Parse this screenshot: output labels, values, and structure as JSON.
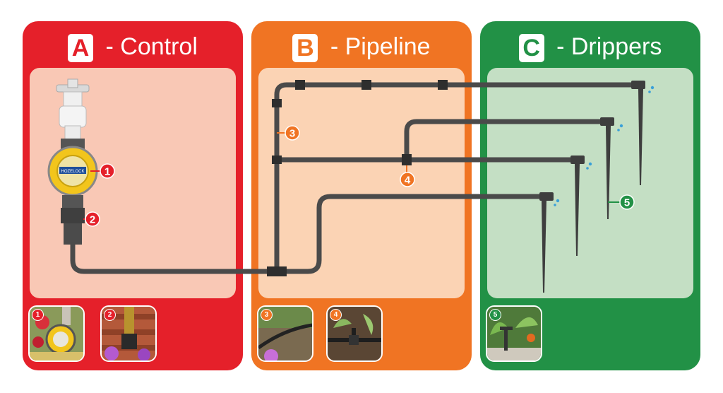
{
  "panels": {
    "a": {
      "letter": "A",
      "label": " - Control",
      "color": "#e5202a",
      "inner": "#f9c8b5"
    },
    "b": {
      "letter": "B",
      "label": " - Pipeline",
      "color": "#f07423",
      "inner": "#fbd3b4"
    },
    "c": {
      "letter": "C",
      "label": " - Drippers",
      "color": "#229146",
      "inner": "#c4dfc4"
    }
  },
  "markers": {
    "m1": "1",
    "m2": "2",
    "m3": "3",
    "m4": "4",
    "m5": "5"
  },
  "thumbs": {
    "t1": "1",
    "t2": "2",
    "t3": "3",
    "t4": "4",
    "t5": "5"
  },
  "timer_brand": "HOZELOCK",
  "colors": {
    "pipe": "#4a4a4a",
    "water": "#3aa0d8"
  }
}
